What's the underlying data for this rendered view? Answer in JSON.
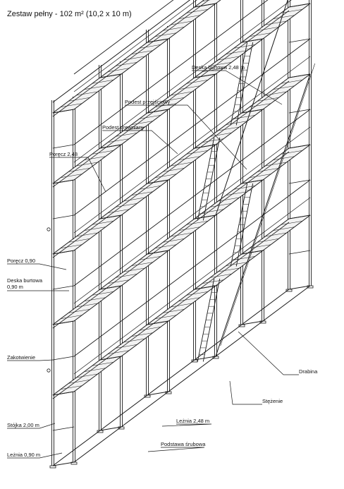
{
  "title": "Zestaw pełny - 102 m² (10,2 x 10 m)",
  "labels": {
    "deska_burtowa_248": "Deska burtowa 2,48 m",
    "podest_przejsciowy": "Podest przejściowy",
    "podest_drewniany": "Podest drewniany",
    "porecz_248": "Poręcz 2,48",
    "porecz_090": "Poręcz 0,90",
    "deska_burtowa_090": "Deska burtowa 0,90 m",
    "zakotwienie": "Zakotwienie",
    "drabina": "Drabina",
    "stezenie": "Stężenie",
    "lezia_248": "Leżnia 2,48 m",
    "stojka_200": "Stójka 2,00 m",
    "podstawa_srubowa": "Podstawa śrubowa",
    "lezia_090": "Leżnia 0,90 m"
  },
  "colors": {
    "ink": "#1a1a1a",
    "plank_fill": "#f2f2f2"
  }
}
